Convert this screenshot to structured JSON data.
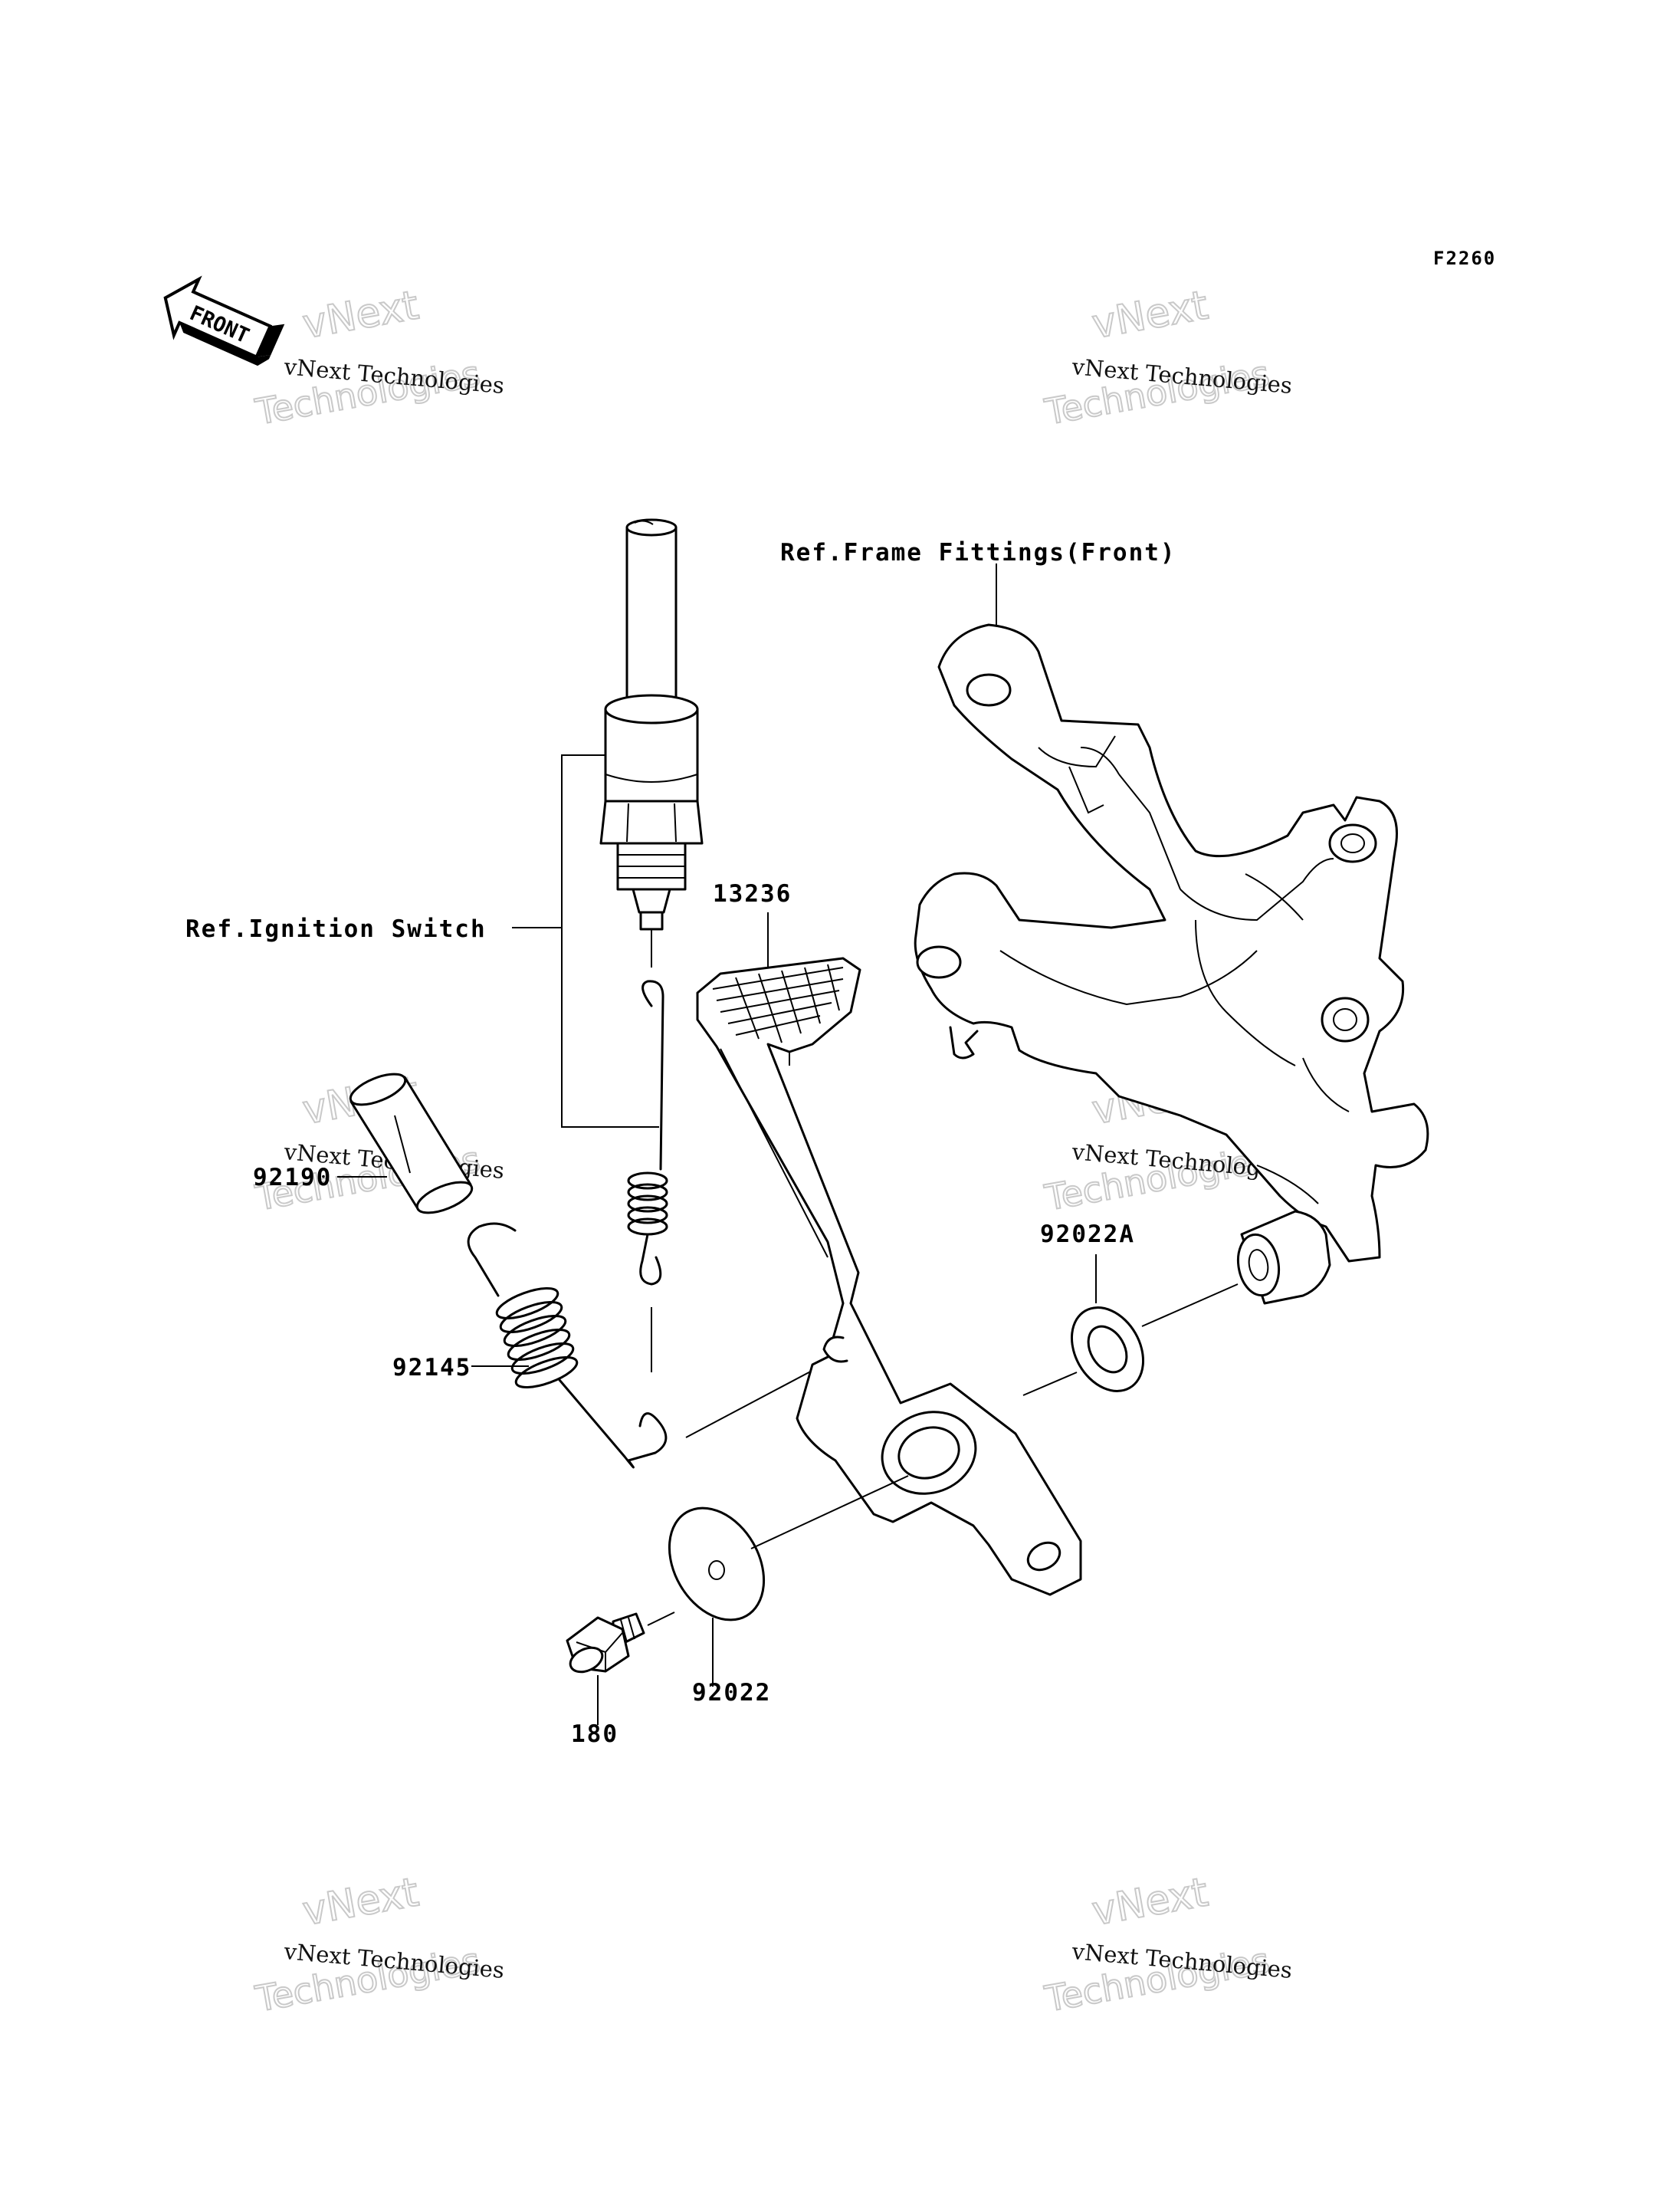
{
  "figure_code": "F2260",
  "front_badge": "FRONT",
  "watermark": {
    "line1": "vNext Technologies",
    "big_top": "vNext",
    "big_bottom": "Technologies"
  },
  "references": {
    "frame_fittings": "Ref.Frame Fittings(Front)",
    "ignition_switch": "Ref.Ignition Switch"
  },
  "parts": {
    "pedal": "13236",
    "collar": "92190",
    "spring": "92145",
    "washer_a": "92022A",
    "washer": "92022",
    "bolt": "180"
  }
}
